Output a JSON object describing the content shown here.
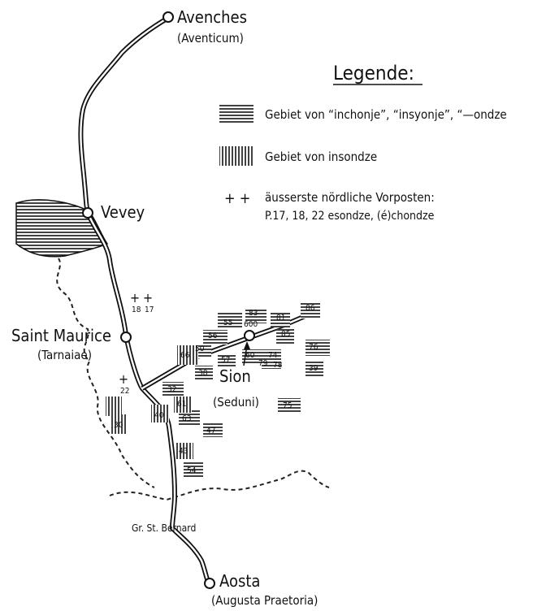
{
  "places": {
    "avenches": {
      "name": "Avenches",
      "latin": "(Aventicum)"
    },
    "vevey": {
      "name": "Vevey"
    },
    "saint_maurice": {
      "name": "Saint Maurice",
      "latin": "(Tarnaiae)"
    },
    "sion": {
      "name": "Sion",
      "latin": "(Seduni)"
    },
    "gr_st_bernard": {
      "name": "Gr. St. Bernard"
    },
    "aosta": {
      "name": "Aosta",
      "latin": "(Augusta Praetoria)"
    }
  },
  "legend": {
    "title": "Legende:",
    "items": [
      {
        "text": "Gebiet von “inchonje”, “insyonje”, “—ondze"
      },
      {
        "text": "Gebiet von insondze"
      },
      {
        "symbol": "+ +",
        "text": "äusserste nördliche Vorposten:",
        "note": "P.17, 18, 22 esondze, (é)chondze"
      }
    ]
  },
  "outposts": {
    "p18": {
      "label": "18"
    },
    "p17": {
      "label": "17"
    },
    "p22": {
      "label": "22"
    }
  },
  "boxes": [
    "55",
    "600",
    "83",
    "81",
    "86",
    "56",
    "85",
    "50",
    "74",
    "66",
    "57",
    "60",
    "76",
    "79",
    "78",
    "38",
    "39",
    "32",
    "61",
    "75",
    "40",
    "63",
    "30",
    "47",
    "54",
    "43"
  ],
  "colors": {
    "ink": "#111111",
    "paper": "#ffffff"
  }
}
